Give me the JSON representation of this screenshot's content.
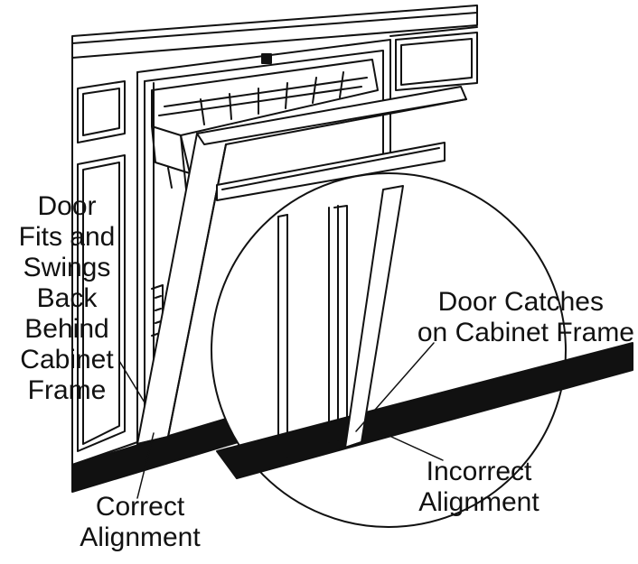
{
  "labels": {
    "correct_behavior": [
      "Door",
      "Fits and",
      "Swings",
      "Back",
      "Behind",
      "Cabinet",
      "Frame"
    ],
    "correct_alignment": [
      "Correct",
      "Alignment"
    ],
    "catches": [
      "Door Catches",
      "on Cabinet Frame"
    ],
    "incorrect_alignment": [
      "Incorrect",
      "Alignment"
    ]
  },
  "colors": {
    "line": "#111111",
    "fill": "#ffffff",
    "baseboard": "#111111"
  }
}
